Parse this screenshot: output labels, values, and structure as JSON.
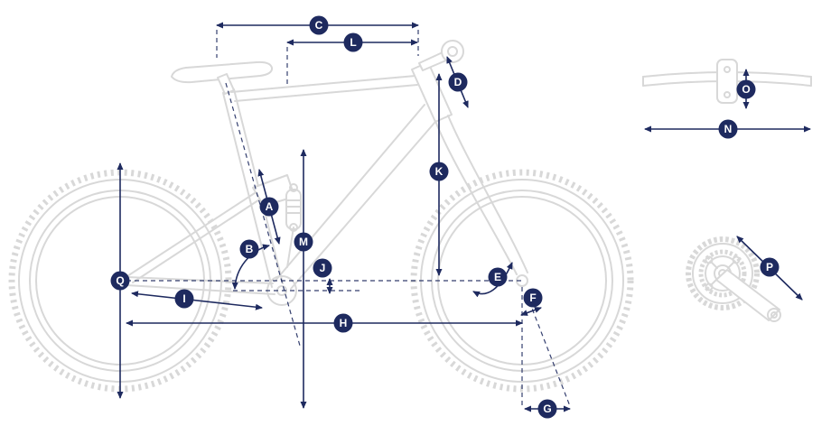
{
  "colors": {
    "accent": "#1e2a5f",
    "artwork": "#d8d8d8",
    "background": "#ffffff"
  },
  "labels": [
    {
      "letter": "A"
    },
    {
      "letter": "B"
    },
    {
      "letter": "C"
    },
    {
      "letter": "D"
    },
    {
      "letter": "E"
    },
    {
      "letter": "F"
    },
    {
      "letter": "G"
    },
    {
      "letter": "H"
    },
    {
      "letter": "I"
    },
    {
      "letter": "J"
    },
    {
      "letter": "K"
    },
    {
      "letter": "L"
    },
    {
      "letter": "M"
    },
    {
      "letter": "N"
    },
    {
      "letter": "O"
    },
    {
      "letter": "P"
    },
    {
      "letter": "Q"
    }
  ]
}
